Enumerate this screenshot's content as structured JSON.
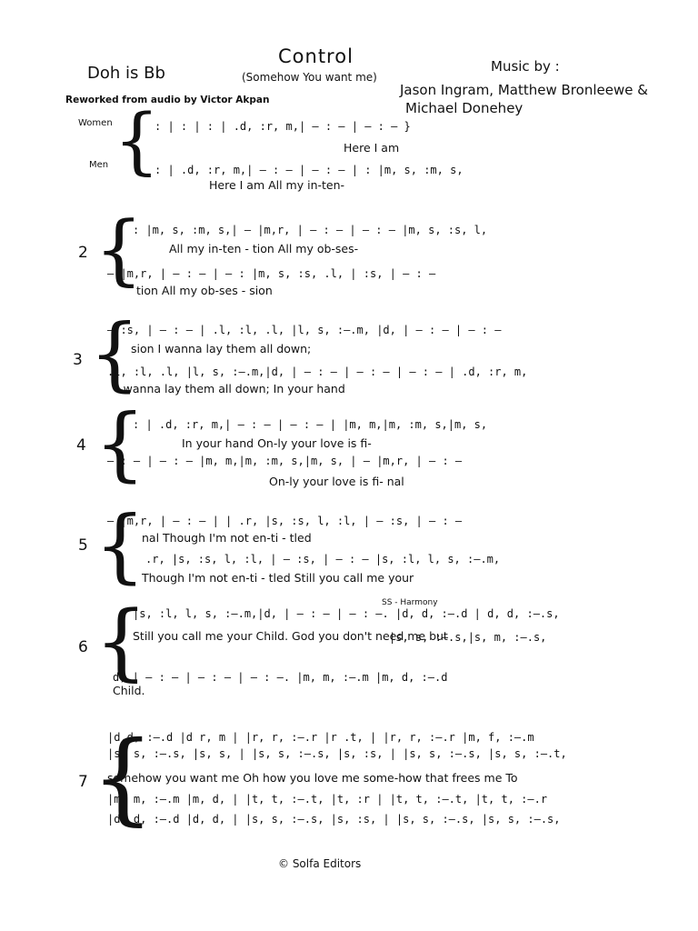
{
  "header": {
    "title": "Control",
    "subtitle": "(Somehow You want me)",
    "key": "Doh is Bb",
    "rework": "Reworked from audio by Victor Akpan",
    "composer_lines": [
      "Music by :",
      "Jason Ingram, Matthew Bronleewe &",
      "Michael Donehey"
    ]
  },
  "voices": {
    "women": "Women",
    "men": "Men"
  },
  "systems": [
    {
      "num": "",
      "lines": [
        {
          "solfa": ":  |  :  |  :  | .d, :r, m,| — : — | — : — }",
          "lyric": "Here I am"
        },
        {
          "solfa": ":  | .d, :r, m,| — : — | — : — |  :  |m, s, :m, s,",
          "lyric": "Here I am                                   All my in-ten-"
        }
      ]
    },
    {
      "num": "2",
      "lines": [
        {
          "solfa": ":  |m, s, :m, s,| — |m,r, | — : — | — : —   |m, s, :s, l,",
          "lyric": "All my in-ten - tion                         All my ob-ses-"
        },
        {
          "solfa": "— |m,r, | — : — | — :   |m, s, :s, .l, |  :s,  | — : —",
          "lyric": "tion                         All my ob-ses - sion"
        }
      ]
    },
    {
      "num": "3",
      "lines": [
        {
          "solfa": "— :s, | — : — | .l, :l, .l, |l, s, :—.m, |d, | — : — | — : —",
          "lyric": "sion                  I wanna lay them all down;"
        },
        {
          "solfa": ".l, :l, .l, |l, s, :—.m,|d, | — : — | — : — | — : —   | .d, :r, m,",
          "lyric": "I wanna lay them all down;                                In your hand"
        }
      ]
    },
    {
      "num": "4",
      "lines": [
        {
          "solfa": ":  | .d, :r, m,| — : — | — : — |   |m, m,|m, :m, s,|m, s,",
          "lyric": "In your hand                       On-ly your love is fi-"
        },
        {
          "solfa": "— : — | — : —   |m, m,|m, :m, s,|m, s, | — |m,r, | — : —",
          "lyric": "On-ly your love is fi-        nal"
        }
      ]
    },
    {
      "num": "5",
      "lines": [
        {
          "solfa": "— |m,r, | — : — |   | .r, |s, :s, l, :l, | — :s, | — : —",
          "lyric": "nal                 Though I'm not en-ti - tled"
        },
        {
          "solfa": ".r, |s, :s, l, :l, | — :s, | — : —   |s, :l, l,  s, :—.m,",
          "lyric": "Though I'm not en-ti - tled          Still you call me your"
        }
      ]
    },
    {
      "num": "6",
      "lines": [
        {
          "solfa": "|s, :l, l, s, :—.m,|d, | — : — | — : —.  |d, d, :—.d | d, d, :—.s,",
          "lyric": "Still you call me your Child.                God you don't need me but"
        },
        {
          "solfa": "d, | — : — | — : — | — : —.   |m, m, :—.m |m, d, :—.d",
          "lyric": "Child."
        }
      ],
      "note": "SS - Harmony",
      "harmony_alt": "|s, s, :—.s,|s, m, :—.s,"
    },
    {
      "num": "7",
      "lines": [
        {
          "solfa": "|d,d, :—.d |d r, m |   |r, r, :—.r |r .t, |   |r, r, :—.r |m, f, :—.m",
          "lyric": "somehow you want me       Oh how you love me      some-how that frees me  To"
        },
        {
          "solfa": "|m, m, :—.m |m, d, |   |t, t, :—.t, |t, :r |   |t, t, :—.t, |t, t, :—.r",
          "lyric": ""
        }
      ],
      "alt_lines": [
        "|s, s, :—.s, |s, s, |   |s, s, :—.s, |s, :s, |   |s, s, :—.s, |s, s, :—.t,",
        "|d, d, :—.d |d, d, |   |s, s, :—.s, |s, :s, |   |s, s, :—.s, |s, s, :—.s,"
      ]
    }
  ],
  "footer": "© Solfa Editors"
}
